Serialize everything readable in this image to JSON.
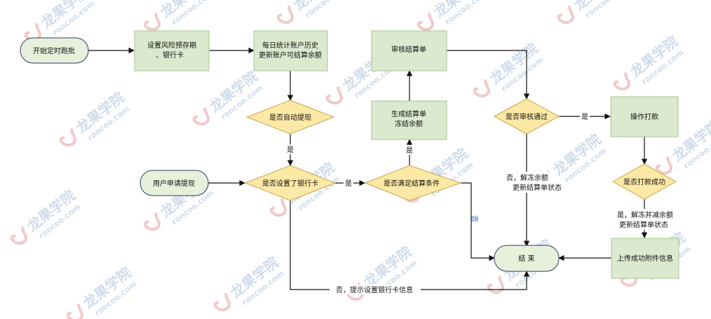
{
  "colors": {
    "rect_fill": "#dbe9cf",
    "rect_stroke": "#a9c592",
    "terminal_fill": "#e6f0db",
    "terminal_stroke": "#2f3b66",
    "diamond_fill": "#fde9a6",
    "diamond_stroke": "#c9a24a",
    "edge": "#111111",
    "edge_label_blue": "#1e5aa8",
    "watermark_red": "#f2c9c9",
    "watermark_blue": "#cfdcec"
  },
  "watermark": {
    "brand": "龙果学院",
    "domain": "roncoo.com"
  },
  "nodes": {
    "start_batch": {
      "lines": [
        "开始定时跑批"
      ]
    },
    "set_risk_period": {
      "lines": [
        "设置风险预存期",
        "、银行卡"
      ]
    },
    "daily_stats": {
      "lines": [
        "每日统计账户历史",
        "更新账户可结算余额"
      ]
    },
    "auto_withdraw": {
      "lines": [
        "是否自动提现"
      ]
    },
    "user_apply": {
      "lines": [
        "用户申请提现"
      ]
    },
    "bank_card_set": {
      "lines": [
        "是否设置了银行卡"
      ]
    },
    "meet_conditions": {
      "lines": [
        "是否满足结算条件"
      ]
    },
    "generate_statement": {
      "lines": [
        "生成结算单",
        "冻结余额"
      ]
    },
    "review_statement": {
      "lines": [
        "审核结算单"
      ]
    },
    "review_passed": {
      "lines": [
        "是否审核通过"
      ]
    },
    "operate_payment": {
      "lines": [
        "操作打款"
      ]
    },
    "payment_success": {
      "lines": [
        "是否打款成功"
      ]
    },
    "upload_attachment": {
      "lines": [
        "上传成功附件信息"
      ]
    },
    "end": {
      "lines": [
        "结 束"
      ]
    }
  },
  "edge_labels": {
    "auto_yes": "是",
    "bank_yes": "是",
    "cond_yes": "是",
    "cond_no": "否",
    "review_yes": "是",
    "review_no": [
      "否，解冻余额",
      "更新结算单状态"
    ],
    "pay_yes": [
      "是，解冻并减余额",
      "更新结算单状态"
    ],
    "bank_no": "否，提示设置银行卡信息"
  }
}
